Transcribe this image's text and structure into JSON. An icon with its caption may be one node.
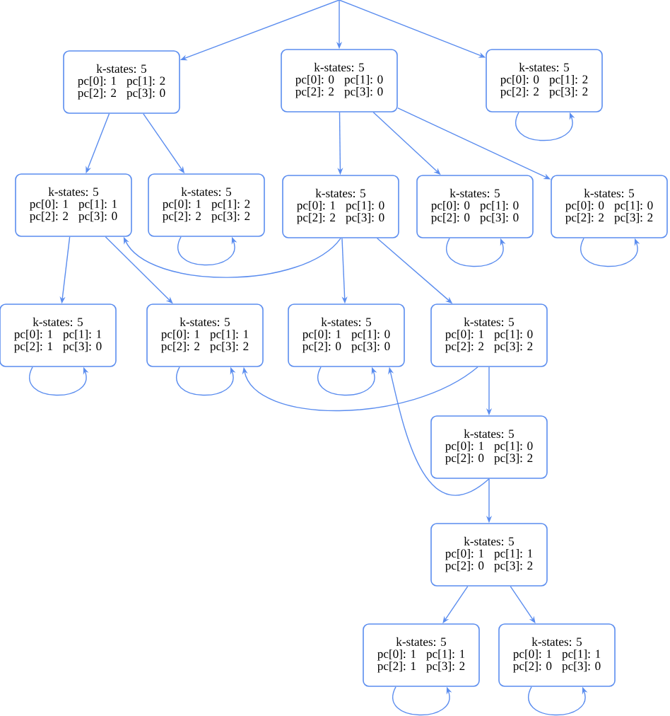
{
  "diagram": {
    "nodes": [
      {
        "text": [
          "k-states: 5",
          "pc[0]: 1",
          "pc[1]: 2",
          "pc[2]: 2",
          "pc[3]: 0"
        ]
      },
      {
        "text": [
          "k-states: 5",
          "pc[0]: 0",
          "pc[1]: 0",
          "pc[2]: 2",
          "pc[3]: 0"
        ]
      },
      {
        "text": [
          "k-states: 5",
          "pc[0]: 0",
          "pc[1]: 2",
          "pc[2]: 2",
          "pc[3]: 2"
        ]
      },
      {
        "text": [
          "k-states: 5",
          "pc[0]: 1",
          "pc[1]: 1",
          "pc[2]: 2",
          "pc[3]: 0"
        ]
      },
      {
        "text": [
          "k-states: 5",
          "pc[0]: 1",
          "pc[1]: 2",
          "pc[2]: 2",
          "pc[3]: 2"
        ]
      },
      {
        "text": [
          "k-states: 5",
          "pc[0]: 1",
          "pc[1]: 0",
          "pc[2]: 2",
          "pc[3]: 0"
        ]
      },
      {
        "text": [
          "k-states: 5",
          "pc[0]: 0",
          "pc[1]: 0",
          "pc[2]: 0",
          "pc[3]: 0"
        ]
      },
      {
        "text": [
          "k-states: 5",
          "pc[0]: 0",
          "pc[1]: 0",
          "pc[2]: 2",
          "pc[3]: 2"
        ]
      },
      {
        "text": [
          "k-states: 5",
          "pc[0]: 1",
          "pc[1]: 1",
          "pc[2]: 1",
          "pc[3]: 0"
        ]
      },
      {
        "text": [
          "k-states: 5",
          "pc[0]: 1",
          "pc[1]: 1",
          "pc[2]: 2",
          "pc[3]: 2"
        ]
      },
      {
        "text": [
          "k-states: 5",
          "pc[0]: 1",
          "pc[1]: 0",
          "pc[2]: 0",
          "pc[3]: 0"
        ]
      },
      {
        "text": [
          "k-states: 5",
          "pc[0]: 1",
          "pc[1]: 0",
          "pc[2]: 2",
          "pc[3]: 2"
        ]
      },
      {
        "text": [
          "k-states: 5",
          "pc[0]: 1",
          "pc[1]: 0",
          "pc[2]: 0",
          "pc[3]: 2"
        ]
      },
      {
        "text": [
          "k-states: 5",
          "pc[0]: 1",
          "pc[1]: 1",
          "pc[2]: 0",
          "pc[3]: 2"
        ]
      },
      {
        "text": [
          "k-states: 5",
          "pc[0]: 1",
          "pc[1]: 1",
          "pc[2]: 1",
          "pc[3]: 2"
        ]
      },
      {
        "text": [
          "k-states: 5",
          "pc[0]: 1",
          "pc[1]: 1",
          "pc[2]: 0",
          "pc[3]: 0"
        ]
      }
    ],
    "edges": [
      {
        "from": null,
        "to": 0,
        "arrow": "to"
      },
      {
        "from": null,
        "to": 1,
        "arrow": "to"
      },
      {
        "from": null,
        "to": 2,
        "arrow": "to"
      },
      {
        "from": 2,
        "to": 2,
        "arrow": "to"
      },
      {
        "from": 0,
        "to": 3,
        "arrow": "to"
      },
      {
        "from": 0,
        "to": 4,
        "arrow": "to"
      },
      {
        "from": 4,
        "to": 4,
        "arrow": "to"
      },
      {
        "from": 1,
        "to": 5,
        "arrow": "to"
      },
      {
        "from": 1,
        "to": 6,
        "arrow": "to"
      },
      {
        "from": 1,
        "to": 7,
        "arrow": "to"
      },
      {
        "from": 6,
        "to": 6,
        "arrow": "to"
      },
      {
        "from": 7,
        "to": 7,
        "arrow": "to"
      },
      {
        "from": 5,
        "to": 3,
        "arrow": "to"
      },
      {
        "from": 3,
        "to": 8,
        "arrow": "to"
      },
      {
        "from": 3,
        "to": 9,
        "arrow": "to"
      },
      {
        "from": 5,
        "to": 10,
        "arrow": "to"
      },
      {
        "from": 5,
        "to": 11,
        "arrow": "to"
      },
      {
        "from": 8,
        "to": 8,
        "arrow": "to"
      },
      {
        "from": 9,
        "to": 9,
        "arrow": "to"
      },
      {
        "from": 10,
        "to": 10,
        "arrow": "to"
      },
      {
        "from": 11,
        "to": 9,
        "arrow": "to"
      },
      {
        "from": 11,
        "to": 12,
        "arrow": "to"
      },
      {
        "from": 12,
        "to": 10,
        "arrow": "to"
      },
      {
        "from": 12,
        "to": 13,
        "arrow": "to"
      },
      {
        "from": 13,
        "to": 14,
        "arrow": "to"
      },
      {
        "from": 13,
        "to": 15,
        "arrow": "to"
      },
      {
        "from": 14,
        "to": 14,
        "arrow": "to"
      },
      {
        "from": 15,
        "to": 15,
        "arrow": "to"
      }
    ]
  }
}
